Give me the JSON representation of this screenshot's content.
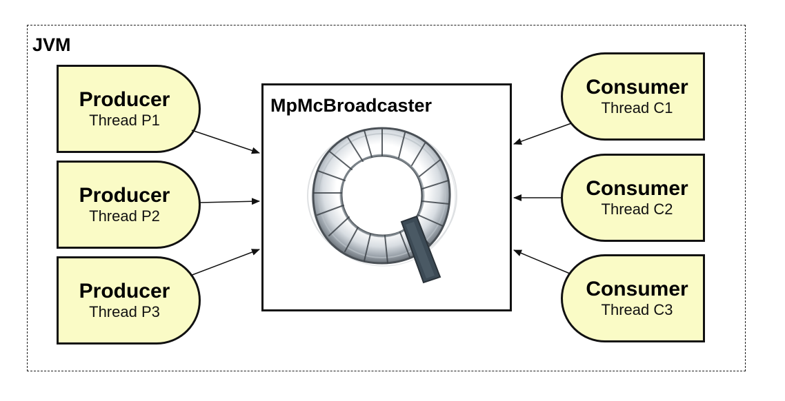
{
  "frame": {
    "label": "JVM"
  },
  "broadcaster": {
    "title": "MpMcBroadcaster",
    "icon": "ring-buffer-icon"
  },
  "producers": [
    {
      "title": "Producer",
      "subtitle": "Thread P1"
    },
    {
      "title": "Producer",
      "subtitle": "Thread P2"
    },
    {
      "title": "Producer",
      "subtitle": "Thread P3"
    }
  ],
  "consumers": [
    {
      "title": "Consumer",
      "subtitle": "Thread C1"
    },
    {
      "title": "Consumer",
      "subtitle": "Thread C2"
    },
    {
      "title": "Consumer",
      "subtitle": "Thread C3"
    }
  ],
  "colors": {
    "node_fill": "#fafbc6",
    "stroke": "#111111"
  }
}
